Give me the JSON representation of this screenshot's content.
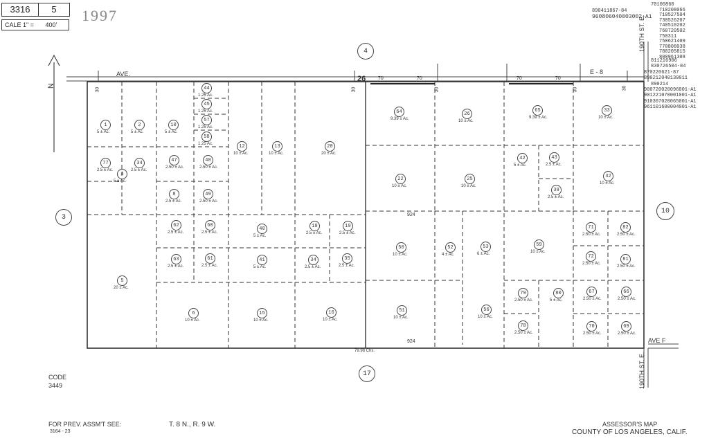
{
  "header": {
    "book": "3316",
    "page": "5",
    "year": "1997",
    "scale_prefix": "CALE 1\" =",
    "scale_value": "400'"
  },
  "ref_numbers_left": [
    "890411867-84",
    "960806040003002-A1"
  ],
  "ref_numbers_right": [
    "70100860",
    "710208066",
    "710527504",
    "730526207",
    "740510202",
    "760720502",
    "750311",
    "750621409",
    "770808038",
    "780205815",
    "800961308",
    "811216906",
    "830726504-84",
    "870220621-87",
    "890212040130011",
    "890214",
    "900720020096001-A1",
    "901221070001001-A1",
    "910307020065001-A1",
    "961101600004001-A1"
  ],
  "roads": {
    "top_ave": "AVE.",
    "top_e8": "E - 8",
    "bottom_ave": "AVE F",
    "st_top": "190TH ST. E.",
    "st_bottom": "190TH ST. E.",
    "road_num": "26"
  },
  "adjacent_pages": {
    "north": "4",
    "west": "3",
    "east": "10",
    "south": "17"
  },
  "dimensions": {
    "d30a": "30",
    "d30b": "30",
    "d30c": "30",
    "d30d": "30",
    "d30e": "30",
    "d70a": "70",
    "d70b": "70",
    "d70c": "70",
    "d70d": "70",
    "d924_top": "924",
    "d924_bot": "924",
    "bottom_chs": "79.98 Chs."
  },
  "parcels": [
    {
      "id": "1",
      "area": "5 ± Ac."
    },
    {
      "id": "2",
      "area": "5 ± Ac."
    },
    {
      "id": "10",
      "area": "5 ± Ac."
    },
    {
      "id": "44",
      "area": "1.25 Ac."
    },
    {
      "id": "45",
      "area": "1.25 Ac."
    },
    {
      "id": "57",
      "area": "1.25 Ac."
    },
    {
      "id": "58",
      "area": "1.25 Ac."
    },
    {
      "id": "12",
      "area": "10 ± Ac."
    },
    {
      "id": "13",
      "area": "10 ± Ac."
    },
    {
      "id": "20",
      "area": "20 ± Ac."
    },
    {
      "id": "77",
      "area": "2.5 ± Ac."
    },
    {
      "id": "34",
      "area": "2.5 ± Ac."
    },
    {
      "id": "47",
      "area": "2.50 ± Ac."
    },
    {
      "id": "48",
      "area": "2.50 ± Ac."
    },
    {
      "id": "4",
      "area": "5 ± Ac."
    },
    {
      "id": "8",
      "area": "2.5 ± Ac."
    },
    {
      "id": "49",
      "area": "2.50 ± Ac."
    },
    {
      "id": "64",
      "area": "9.39 ± Ac."
    },
    {
      "id": "26",
      "area": "10 ± Ac."
    },
    {
      "id": "65",
      "area": "9.39 ± Ac."
    },
    {
      "id": "33",
      "area": "10 ± Ac."
    },
    {
      "id": "22",
      "area": "10 ± Ac."
    },
    {
      "id": "25",
      "area": "10 ± Ac."
    },
    {
      "id": "42",
      "area": "5 ± Ac."
    },
    {
      "id": "43",
      "area": "2.5 ± Ac."
    },
    {
      "id": "39",
      "area": "2.5 ± Ac."
    },
    {
      "id": "32",
      "area": "10 ± Ac."
    },
    {
      "id": "62",
      "area": "2.5 ± Ac."
    },
    {
      "id": "60",
      "area": "2.5 ± Ac."
    },
    {
      "id": "40",
      "area": "5 ± Ac."
    },
    {
      "id": "18",
      "area": "2.5 ± Ac."
    },
    {
      "id": "19",
      "area": "2.5 ± Ac."
    },
    {
      "id": "63",
      "area": "2.5 ± Ac."
    },
    {
      "id": "61",
      "area": "2.5 ± Ac."
    },
    {
      "id": "41",
      "area": "5 ± Ac."
    },
    {
      "id": "34b",
      "area": "2.5 ± Ac."
    },
    {
      "id": "35",
      "area": "2.5 ± Ac."
    },
    {
      "id": "5",
      "area": "20 ± Ac."
    },
    {
      "id": "50",
      "area": "10 ± Ac."
    },
    {
      "id": "52",
      "area": "4 ± Ac."
    },
    {
      "id": "53",
      "area": "6 ± Ac."
    },
    {
      "id": "59",
      "area": "10 ± Ac."
    },
    {
      "id": "71",
      "area": "2.50 ± Ac."
    },
    {
      "id": "82",
      "area": "2.50 ± Ac."
    },
    {
      "id": "72",
      "area": "2.50 ± Ac."
    },
    {
      "id": "81",
      "area": "2.50 ± Ac."
    },
    {
      "id": "6",
      "area": "10 ± Ac."
    },
    {
      "id": "15",
      "area": "10 ± Ac."
    },
    {
      "id": "16",
      "area": "10 ± Ac."
    },
    {
      "id": "51",
      "area": "10 ± Ac."
    },
    {
      "id": "56",
      "area": "10 ± Ac."
    },
    {
      "id": "79",
      "area": "2.50 ± Ac."
    },
    {
      "id": "80",
      "area": "5 ± Ac."
    },
    {
      "id": "67",
      "area": "2.50 ± Ac."
    },
    {
      "id": "66",
      "area": "2.50 ± Ac."
    },
    {
      "id": "78",
      "area": "2.50 ± Ac."
    },
    {
      "id": "70",
      "area": "2.50 ± Ac."
    },
    {
      "id": "69",
      "area": "2.50 ± Ac."
    }
  ],
  "footer": {
    "code_label": "CODE",
    "code_value": "3449",
    "prev_label": "FOR PREV. ASSM'T SEE:",
    "prev_value": "3164 - 23",
    "township": "T. 8 N., R. 9 W.",
    "assessor_line1": "ASSESSOR'S MAP",
    "assessor_line2": "COUNTY OF LOS ANGELES, CALIF."
  },
  "north_label": "N"
}
